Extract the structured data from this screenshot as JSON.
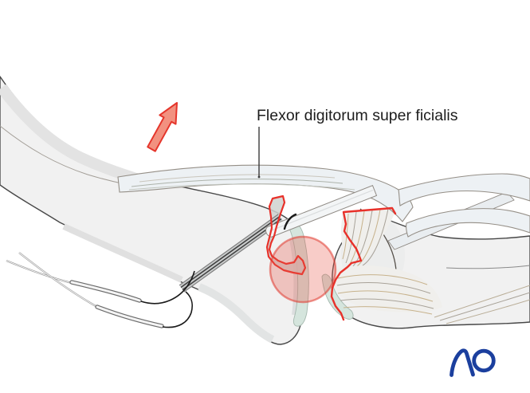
{
  "figure": {
    "label": "Flexor digitorum super ficialis",
    "arrow_direction": "up-right"
  },
  "logo": {
    "text": "AO"
  },
  "colors": {
    "fracture_red": "#e8312a",
    "arrow_fill": "#f29180",
    "arrow_stroke": "#e5352b",
    "highlight_fill": "#e85548",
    "highlight_stroke": "#e0392e",
    "logo_blue": "#1b3f9e",
    "label_color": "#1c1c1c",
    "cartilage": "#d5e5dd",
    "cartilage_edge": "#a4b8ae",
    "suture": "#1a1a1a",
    "bone_fill": "#f1f1f1",
    "bone_outline": "#474747",
    "tendon_fill": "#edf1f4",
    "tendon_outline": "#958f87",
    "fiber_tan": "#c7b28c"
  }
}
